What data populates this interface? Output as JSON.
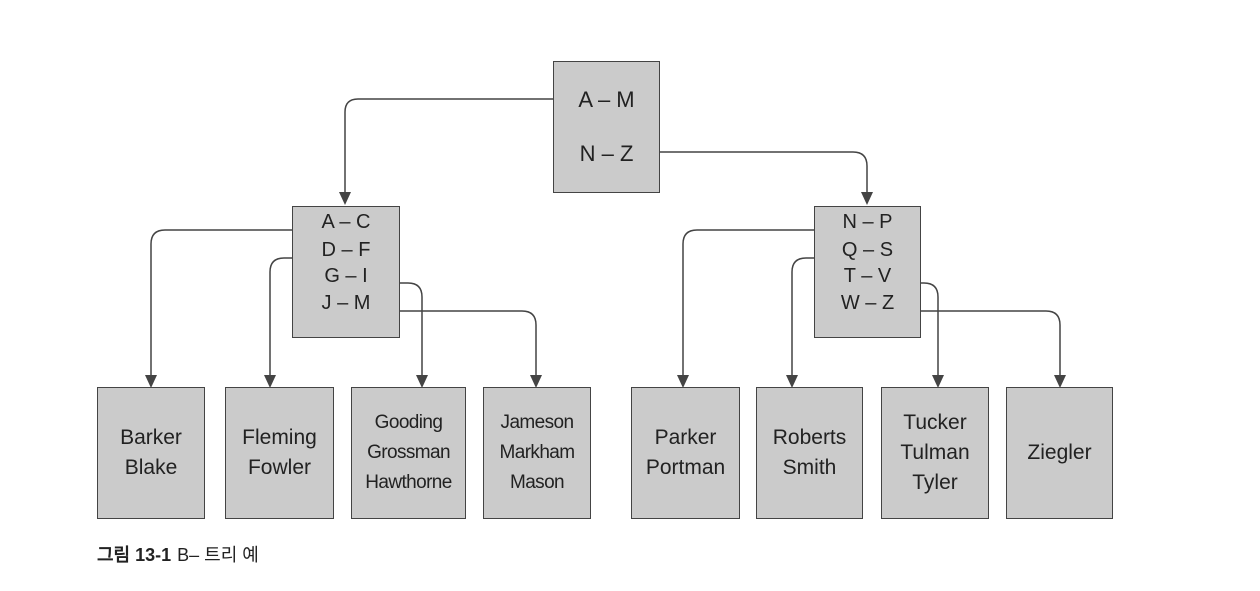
{
  "diagram": {
    "root": {
      "ranges": [
        "A – M",
        "N – Z"
      ]
    },
    "left_index": {
      "ranges": [
        "A – C",
        "D – F",
        "G – I",
        "J – M"
      ]
    },
    "right_index": {
      "ranges": [
        "N – P",
        "Q – S",
        "T – V",
        "W – Z"
      ]
    },
    "leaves": [
      {
        "names": [
          "Barker",
          "Blake"
        ]
      },
      {
        "names": [
          "Fleming",
          "Fowler"
        ]
      },
      {
        "names": [
          "Gooding",
          "Grossman",
          "Hawthorne"
        ]
      },
      {
        "names": [
          "Jameson",
          "Markham",
          "Mason"
        ]
      },
      {
        "names": [
          "Parker",
          "Portman"
        ]
      },
      {
        "names": [
          "Roberts",
          "Smith"
        ]
      },
      {
        "names": [
          "Tucker",
          "Tulman",
          "Tyler"
        ]
      },
      {
        "names": [
          "Ziegler"
        ]
      }
    ]
  },
  "caption": {
    "label": "그림 13-1",
    "text": "B– 트리 예"
  }
}
